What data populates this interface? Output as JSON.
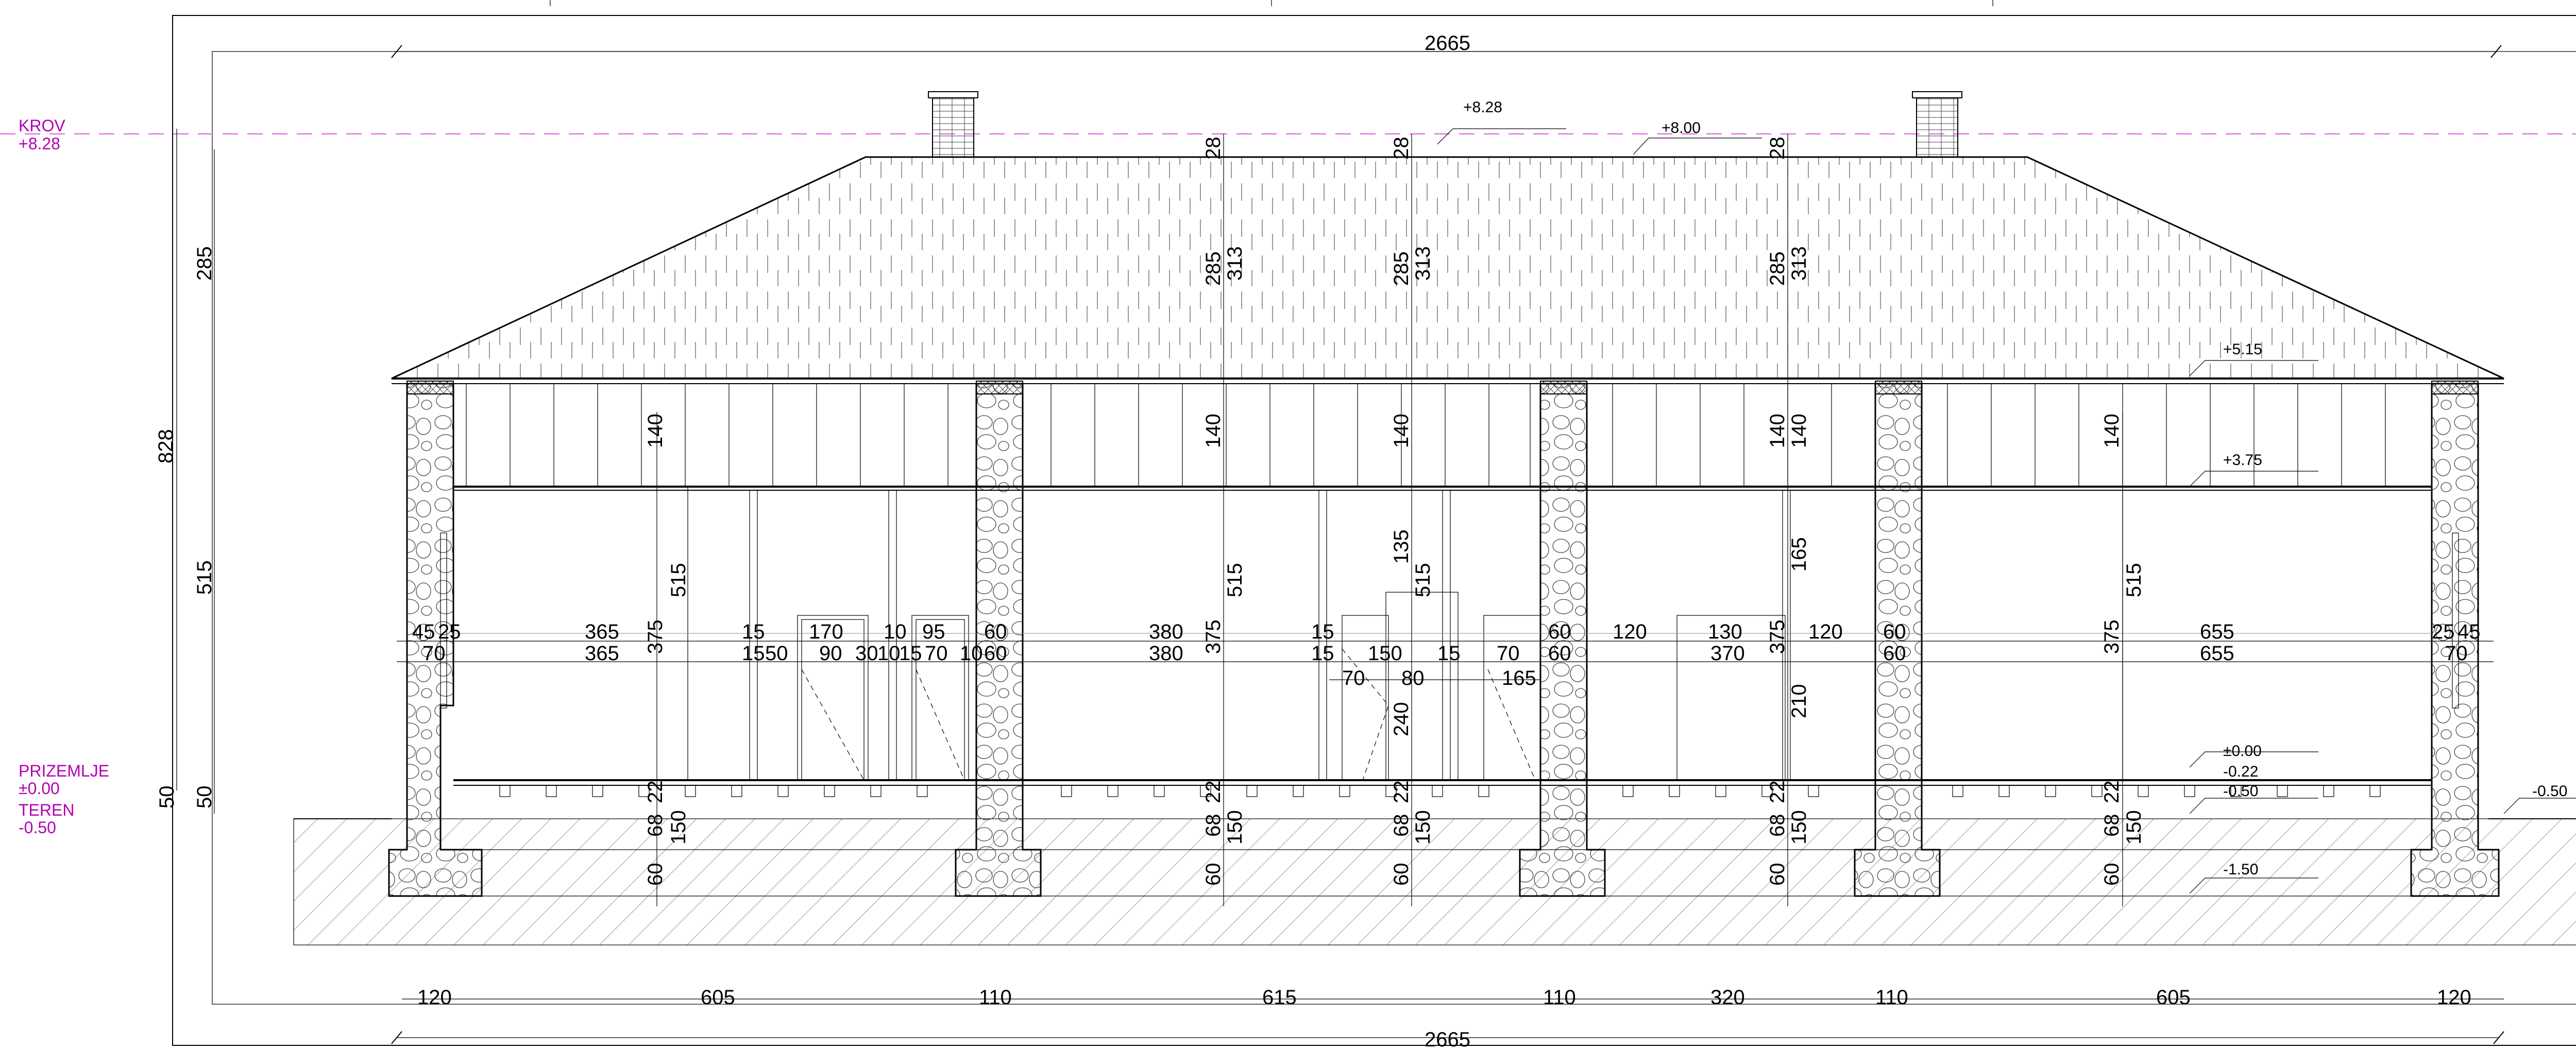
{
  "levels": {
    "roof_name": "KROV",
    "roof_value": "+8.28",
    "ground_name": "PRIZEMLJE",
    "ground_value": "±0.00",
    "terrain_name": "TEREN",
    "terrain_value": "-0.50"
  },
  "colors": {
    "level_line": "#e07ae0",
    "level_text": "#b300b3",
    "stroke": "#000000"
  },
  "elevations": {
    "ridge": "+8.28",
    "eave_top": "+8.00",
    "wall_top": "+5.15",
    "ceiling": "+3.75",
    "floor": "±0.00",
    "floor_minus1": "-0.22",
    "floor_minus2": "-0.50",
    "terrain_right": "-0.50",
    "foundation": "-1.50"
  },
  "overall": {
    "top": "2665",
    "bottom": "2665",
    "left_total": "828",
    "right_total": "828"
  },
  "vertical_left": [
    "285",
    "515",
    "50"
  ],
  "vertical_right": [
    "285",
    "515",
    "50"
  ],
  "bottom_chain": [
    "120",
    "605",
    "110",
    "615",
    "110",
    "320",
    "110",
    "605",
    "120"
  ],
  "interior_row1": [
    "45",
    "25",
    "365",
    "15",
    "170",
    "10",
    "95",
    "60",
    "380",
    "15",
    "60",
    "120",
    "130",
    "120",
    "60",
    "655",
    "25",
    "45"
  ],
  "interior_row2": [
    "70",
    "365",
    "15",
    "50",
    "90",
    "30",
    "10",
    "15",
    "70",
    "10",
    "60",
    "380",
    "15",
    "150",
    "15",
    "70",
    "60",
    "370",
    "60",
    "655",
    "70"
  ],
  "interior_row3": [
    "70",
    "80",
    "165"
  ],
  "section_dims": {
    "roof_28": "28",
    "roof_285": "285",
    "roof_313": "313",
    "h140": "140",
    "h515": "515",
    "h375": "375",
    "h135": "135",
    "h165": "165",
    "h210": "210",
    "h240": "240",
    "h22": "22",
    "h68": "68",
    "h150": "150",
    "h60": "60"
  }
}
